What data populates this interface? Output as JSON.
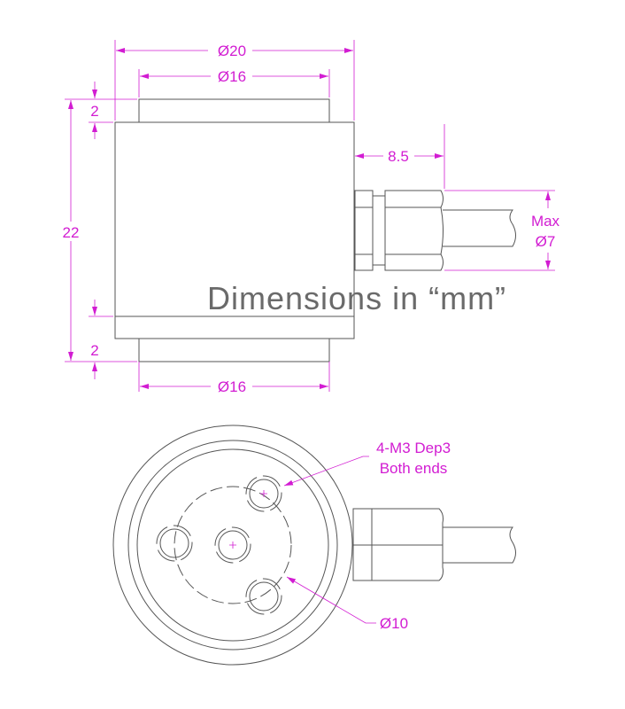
{
  "drawing": {
    "side_view": {
      "dim_outer_diameter": "Ø20",
      "dim_flange_diameter_top": "Ø16",
      "dim_flange_diameter_bottom": "Ø16",
      "dim_flange_height_top": "2",
      "dim_flange_height_bottom": "2",
      "dim_total_height": "22",
      "dim_connector_length": "8.5",
      "dim_cable_max_label": "Max",
      "dim_cable_diameter": "Ø7"
    },
    "watermark": "Dimensions in “mm”",
    "end_view": {
      "thread_note_line1": "4-M3 Dep3",
      "thread_note_line2": "Both ends",
      "bolt_circle_diameter": "Ø10"
    }
  },
  "colors": {
    "dimension": "#d21cd2",
    "outline": "#555555",
    "watermark": "#6a6a6a"
  }
}
